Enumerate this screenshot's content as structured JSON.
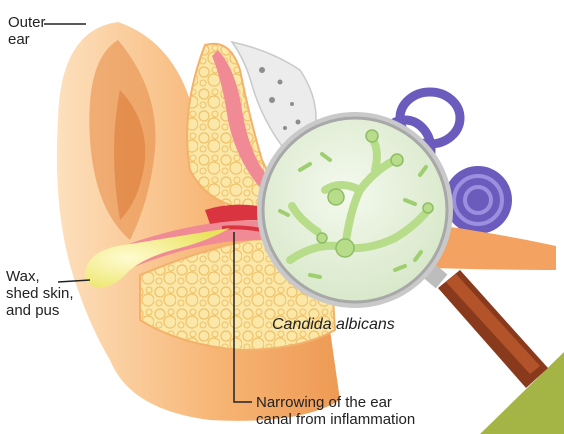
{
  "labels": {
    "outer_ear": [
      "Outer",
      "ear"
    ],
    "wax": [
      "Wax,",
      "shed skin,",
      "and pus"
    ],
    "narrowing": [
      "Narrowing of the ear",
      "canal from inflammation"
    ],
    "organism": "Candida albicans"
  },
  "colors": {
    "skin_light": "#fde3c2",
    "skin": "#f7b97a",
    "skin_dark": "#e98d4a",
    "tissue_fill": "#fbe7a8",
    "tissue_cells": "#f6d47f",
    "canal_pink": "#f08a95",
    "canal_red": "#d9343f",
    "wax_yellow": "#f4ef7a",
    "bone": "#ececec",
    "cochlea_purple": "#6b5bbd",
    "lens_bg": "#e7f2dc",
    "fungus_green": "#b7dc8a",
    "handle_brown": "#8a3a1c",
    "corner_green": "#a5b545"
  }
}
